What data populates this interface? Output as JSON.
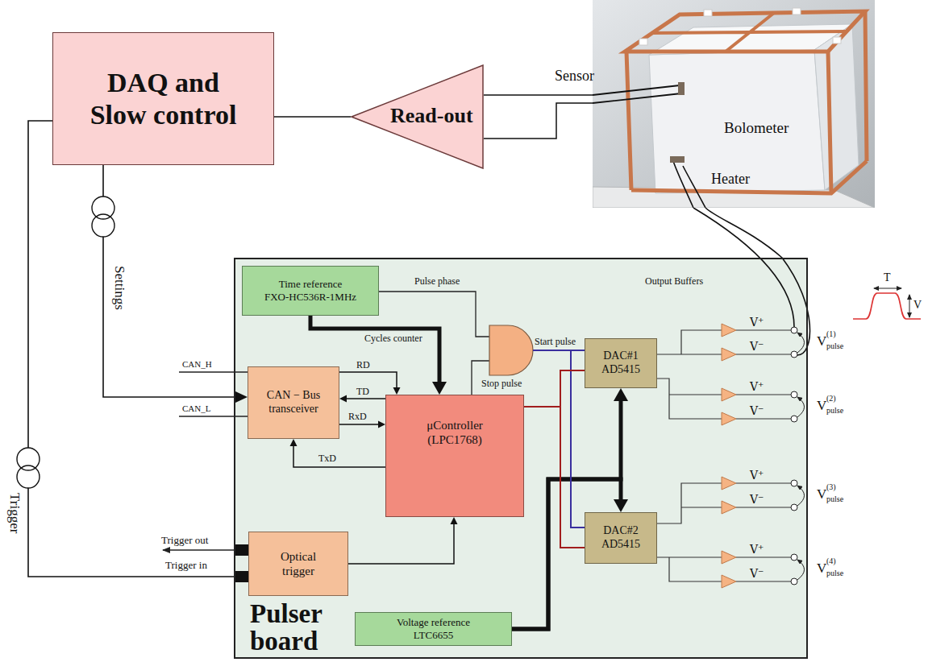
{
  "diagram": {
    "nodes": [
      {
        "text": [
          "DAQ and Slow control"
        ]
      },
      {
        "text": [
          "Read-out"
        ]
      },
      {
        "text": [
          "Bolometer"
        ]
      },
      {
        "text": [
          "Pulser board"
        ]
      },
      {
        "text": [
          "Time reference FXO-HC536R-1MHz"
        ],
        "in": 3
      },
      {
        "text": [
          "CAN − Bus transceiver"
        ],
        "in": 3
      },
      {
        "text": [
          "μController (LPC1768)"
        ],
        "in": 3
      },
      {
        "text": [
          "DAC#1 AD5415"
        ],
        "in": 3
      },
      {
        "text": [
          "DAC#2 AD5415"
        ],
        "in": 3
      },
      {
        "text": [
          "Optical trigger"
        ],
        "in": 3
      },
      {
        "text": [
          "Voltage reference LTC6655"
        ],
        "in": 3
      }
    ],
    "edges": [
      {
        "from": 1,
        "to": 0,
        "arrow": "none"
      },
      {
        "from": 1,
        "to": 2,
        "arrow": "none"
      },
      {
        "from": 1,
        "to": 2,
        "arrow": "none"
      },
      {
        "from": 0,
        "to": 5,
        "label": "Settings",
        "arrow": "to"
      },
      {
        "from": 0,
        "to": 9,
        "label": "Trigger",
        "arrow": "to"
      },
      {
        "from": 4,
        "to": 6,
        "label": "Cycles counter",
        "arrow": "to"
      },
      {
        "from": 5,
        "to": 6,
        "label": "RD",
        "arrow": "to"
      },
      {
        "from": 6,
        "to": 5,
        "label": "TD",
        "arrow": "to"
      },
      {
        "from": 5,
        "to": 6,
        "label": "RxD",
        "arrow": "to"
      },
      {
        "from": 6,
        "to": 5,
        "label": "TxD",
        "arrow": "to"
      },
      {
        "from": 9,
        "to": 6,
        "arrow": "to"
      },
      {
        "from": 10,
        "to": 7,
        "arrow": "to"
      },
      {
        "from": 10,
        "to": 8,
        "arrow": "to"
      }
    ],
    "labels": [
      "Sensor",
      "Heater",
      "Pulse phase",
      "Start pulse",
      "Stop pulse",
      "Output Buffers",
      "CAN_H",
      "CAN_L",
      "Trigger out",
      "Trigger in",
      "T",
      "V",
      "V⁺",
      "V⁻",
      "V⁺",
      "V⁻",
      "V⁺",
      "V⁻",
      "V⁺",
      "V⁻",
      "V",
      "(1)",
      "pulse",
      "V",
      "(2)",
      "pulse",
      "V",
      "(3)",
      "pulse",
      "V",
      "(4)",
      "pulse"
    ]
  }
}
